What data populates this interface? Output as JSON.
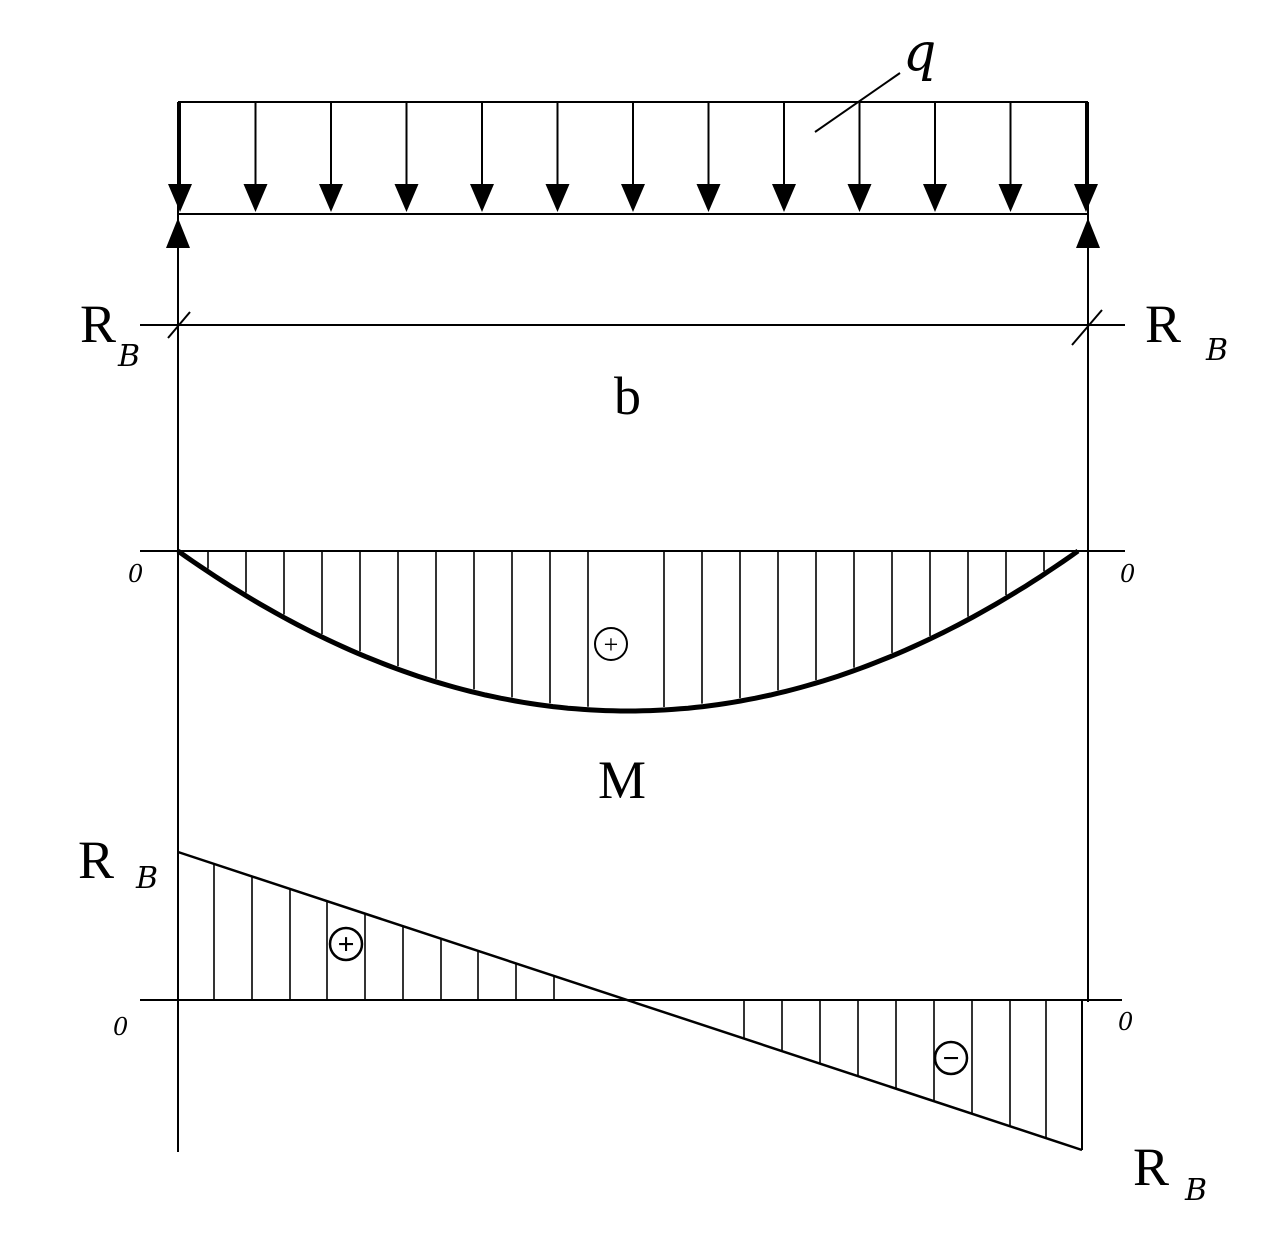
{
  "labels": {
    "load": "q",
    "reaction_left": "R",
    "reaction_left_sub": "B",
    "reaction_right": "R",
    "reaction_right_sub": "B",
    "span": "b",
    "moment": "M",
    "shear_top_left": "R",
    "shear_top_left_sub": "B",
    "shear_bottom_right": "R",
    "shear_bottom_right_sub": "B",
    "zero_moment_left": "0",
    "zero_moment_right": "0",
    "zero_shear_left": "0",
    "zero_shear_right": "0",
    "sign_moment": "+",
    "sign_shear_pos": "+",
    "sign_shear_neg": "−"
  },
  "colors": {
    "ink": "#000000",
    "background": "#ffffff"
  },
  "load": {
    "arrow_count": 13
  },
  "moment_diagram": {
    "shape": "parabola",
    "zero_at_supports": true
  },
  "shear_diagram": {
    "shape": "linear",
    "zero_at_midspan": true
  }
}
